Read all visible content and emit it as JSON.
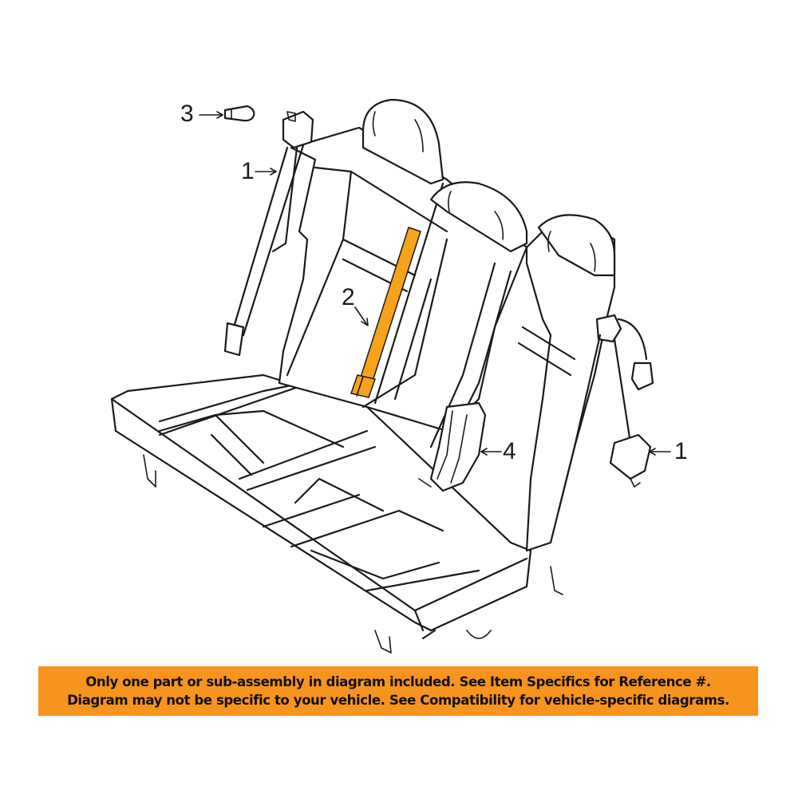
{
  "diagram": {
    "subject": "Rear bench seat with seat belt assemblies",
    "highlight_color": "#f7a21b",
    "callouts": [
      {
        "id": "callout-3",
        "number": "3",
        "points_to": "bolt"
      },
      {
        "id": "callout-1-left",
        "number": "1",
        "points_to": "left seat belt retractor"
      },
      {
        "id": "callout-2",
        "number": "2",
        "points_to": "center seat belt (highlighted)"
      },
      {
        "id": "callout-4",
        "number": "4",
        "points_to": "center buckle"
      },
      {
        "id": "callout-1-right",
        "number": "1",
        "points_to": "right seat belt buckle"
      }
    ]
  },
  "banner": {
    "background": "#f7941d",
    "line1": "Only one part or sub-assembly in diagram included. See Item Specifics for Reference #.",
    "line2": "Diagram may not be specific to your vehicle. See Compatibility for vehicle-specific diagrams."
  }
}
